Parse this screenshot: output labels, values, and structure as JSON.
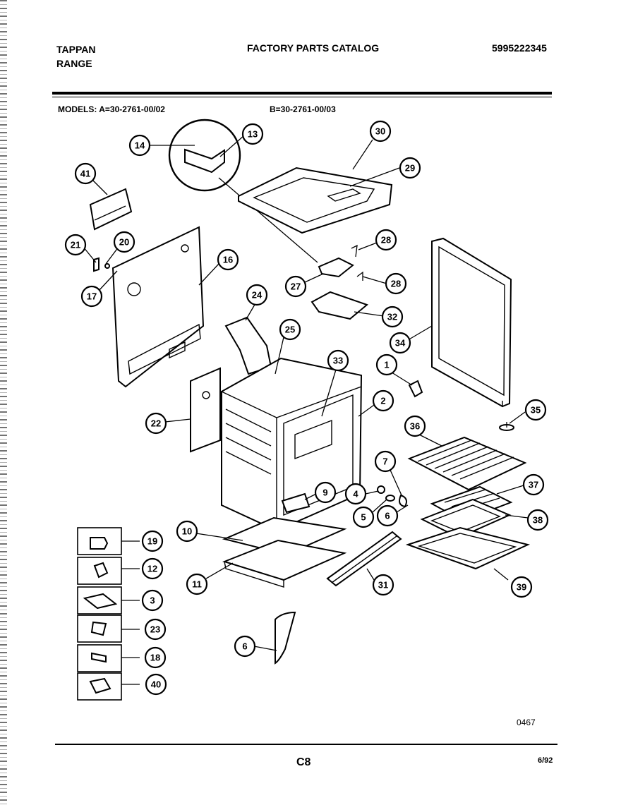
{
  "header": {
    "brand_line1": "TAPPAN",
    "brand_line2": "RANGE",
    "title": "FACTORY PARTS CATALOG",
    "catalog_number": "5995222345"
  },
  "models": {
    "label_a": "MODELS:  A=30-2761-00/02",
    "label_b": "B=30-2761-00/03"
  },
  "callouts": [
    {
      "id": "c14",
      "label": "14"
    },
    {
      "id": "c13",
      "label": "13"
    },
    {
      "id": "c30",
      "label": "30"
    },
    {
      "id": "c29",
      "label": "29"
    },
    {
      "id": "c41",
      "label": "41"
    },
    {
      "id": "c21",
      "label": "21"
    },
    {
      "id": "c20",
      "label": "20"
    },
    {
      "id": "c17",
      "label": "17"
    },
    {
      "id": "c16",
      "label": "16"
    },
    {
      "id": "c28a",
      "label": "28"
    },
    {
      "id": "c27",
      "label": "27"
    },
    {
      "id": "c28b",
      "label": "28"
    },
    {
      "id": "c32",
      "label": "32"
    },
    {
      "id": "c24",
      "label": "24"
    },
    {
      "id": "c25",
      "label": "25"
    },
    {
      "id": "c33",
      "label": "33"
    },
    {
      "id": "c34",
      "label": "34"
    },
    {
      "id": "c1",
      "label": "1"
    },
    {
      "id": "c2",
      "label": "2"
    },
    {
      "id": "c22",
      "label": "22"
    },
    {
      "id": "c35",
      "label": "35"
    },
    {
      "id": "c36",
      "label": "36"
    },
    {
      "id": "c7",
      "label": "7"
    },
    {
      "id": "c37",
      "label": "37"
    },
    {
      "id": "c4",
      "label": "4"
    },
    {
      "id": "c9",
      "label": "9"
    },
    {
      "id": "c5",
      "label": "5"
    },
    {
      "id": "c6a",
      "label": "6"
    },
    {
      "id": "c38",
      "label": "38"
    },
    {
      "id": "c10",
      "label": "10"
    },
    {
      "id": "c19",
      "label": "19"
    },
    {
      "id": "c12",
      "label": "12"
    },
    {
      "id": "c11",
      "label": "11"
    },
    {
      "id": "c31",
      "label": "31"
    },
    {
      "id": "c39",
      "label": "39"
    },
    {
      "id": "c3",
      "label": "3"
    },
    {
      "id": "c23",
      "label": "23"
    },
    {
      "id": "c18",
      "label": "18"
    },
    {
      "id": "c6b",
      "label": "6"
    },
    {
      "id": "c40",
      "label": "40"
    }
  ],
  "footer": {
    "drawing_code": "0467",
    "page": "C8",
    "date": "6/92"
  }
}
